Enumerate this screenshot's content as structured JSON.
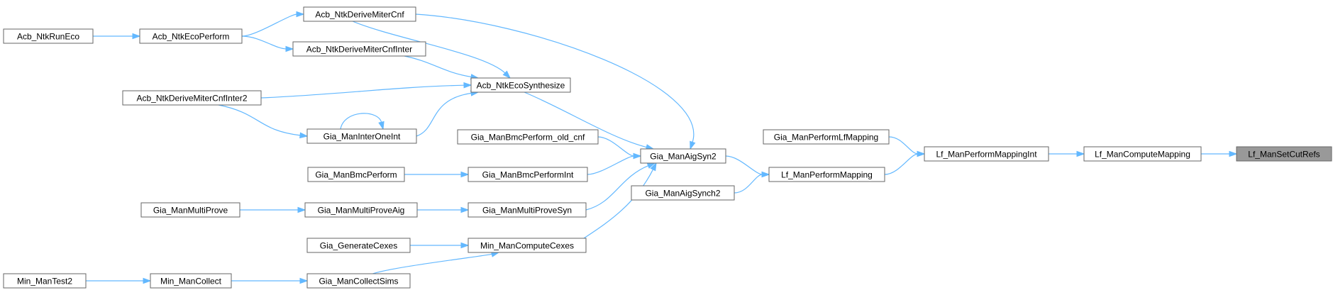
{
  "diagram": {
    "type": "call-graph",
    "root": "Lf_ManSetCutRefs",
    "colors": {
      "edge": "#63b8ff",
      "node_border": "#666666",
      "root_fill": "#999999",
      "node_fill": "#ffffff"
    },
    "nodes": [
      {
        "id": "n1",
        "label": "Lf_ManSetCutRefs"
      },
      {
        "id": "n2",
        "label": "Lf_ManComputeMapping"
      },
      {
        "id": "n3",
        "label": "Lf_ManPerformMappingInt"
      },
      {
        "id": "n4",
        "label": "Gia_ManPerformLfMapping"
      },
      {
        "id": "n5",
        "label": "Lf_ManPerformMapping"
      },
      {
        "id": "n6",
        "label": "Gia_ManAigSyn2"
      },
      {
        "id": "n7",
        "label": "Gia_ManAigSynch2"
      },
      {
        "id": "n8",
        "label": "Acb_NtkDeriveMiterCnf"
      },
      {
        "id": "n9",
        "label": "Acb_NtkEcoSynthesize"
      },
      {
        "id": "n10",
        "label": "Gia_ManBmcPerform_old_cnf"
      },
      {
        "id": "n11",
        "label": "Gia_ManBmcPerformInt"
      },
      {
        "id": "n12",
        "label": "Gia_ManMultiProveSyn"
      },
      {
        "id": "n13",
        "label": "Min_ManComputeCexes"
      },
      {
        "id": "n14",
        "label": "Acb_NtkEcoPerform"
      },
      {
        "id": "n15",
        "label": "Acb_NtkDeriveMiterCnfInter"
      },
      {
        "id": "n16",
        "label": "Acb_NtkDeriveMiterCnfInter2"
      },
      {
        "id": "n17",
        "label": "Gia_ManInterOneInt"
      },
      {
        "id": "n18",
        "label": "Gia_ManBmcPerform"
      },
      {
        "id": "n19",
        "label": "Gia_ManMultiProveAig"
      },
      {
        "id": "n20",
        "label": "Gia_ManMultiProve"
      },
      {
        "id": "n21",
        "label": "Gia_GenerateCexes"
      },
      {
        "id": "n22",
        "label": "Gia_ManCollectSims"
      },
      {
        "id": "n23",
        "label": "Min_ManCollect"
      },
      {
        "id": "n24",
        "label": "Min_ManTest2"
      },
      {
        "id": "n25",
        "label": "Acb_NtkRunEco"
      }
    ],
    "edges": [
      {
        "from": "n2",
        "to": "n1"
      },
      {
        "from": "n3",
        "to": "n2"
      },
      {
        "from": "n4",
        "to": "n3"
      },
      {
        "from": "n5",
        "to": "n3"
      },
      {
        "from": "n6",
        "to": "n5"
      },
      {
        "from": "n7",
        "to": "n5"
      },
      {
        "from": "n8",
        "to": "n6"
      },
      {
        "from": "n9",
        "to": "n6"
      },
      {
        "from": "n10",
        "to": "n6"
      },
      {
        "from": "n11",
        "to": "n6"
      },
      {
        "from": "n12",
        "to": "n6"
      },
      {
        "from": "n13",
        "to": "n6"
      },
      {
        "from": "n14",
        "to": "n8"
      },
      {
        "from": "n8",
        "to": "n9"
      },
      {
        "from": "n15",
        "to": "n9"
      },
      {
        "from": "n16",
        "to": "n9"
      },
      {
        "from": "n17",
        "to": "n9"
      },
      {
        "from": "n14",
        "to": "n15"
      },
      {
        "from": "n16",
        "to": "n17"
      },
      {
        "from": "n17",
        "to": "n17"
      },
      {
        "from": "n18",
        "to": "n11"
      },
      {
        "from": "n19",
        "to": "n12"
      },
      {
        "from": "n20",
        "to": "n19"
      },
      {
        "from": "n21",
        "to": "n13"
      },
      {
        "from": "n22",
        "to": "n13"
      },
      {
        "from": "n23",
        "to": "n22"
      },
      {
        "from": "n24",
        "to": "n23"
      },
      {
        "from": "n25",
        "to": "n14"
      }
    ]
  }
}
